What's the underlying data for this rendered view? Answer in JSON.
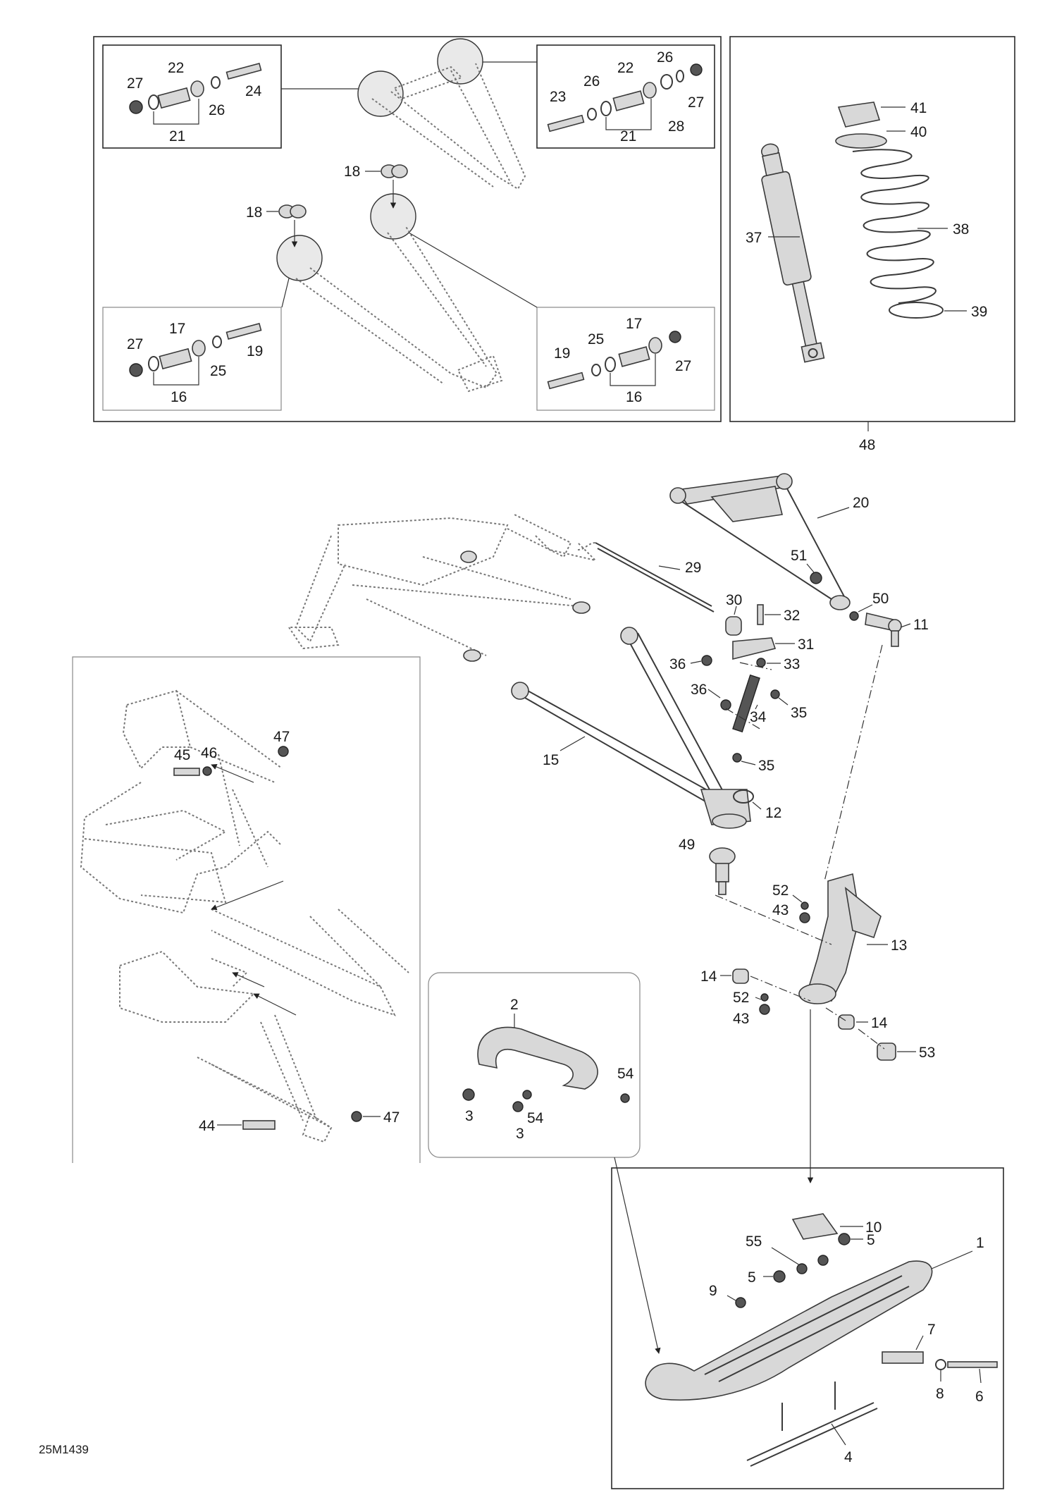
{
  "drawing_number": "25M1439",
  "callouts": {
    "c27a": "27",
    "c22a": "22",
    "c26a": "26",
    "c24": "24",
    "c21a": "21",
    "c26b": "26",
    "c22b": "22",
    "c26c": "26",
    "c23": "23",
    "c27b": "27",
    "c28": "28",
    "c21b": "21",
    "c18a": "18",
    "c18b": "18",
    "c27c": "27",
    "c17a": "17",
    "c25a": "25",
    "c19a": "19",
    "c16a": "16",
    "c17b": "17",
    "c19b": "19",
    "c25b": "25",
    "c27d": "27",
    "c16b": "16",
    "c41": "41",
    "c40": "40",
    "c37": "37",
    "c38": "38",
    "c39": "39",
    "c48": "48",
    "c20": "20",
    "c29": "29",
    "c51": "51",
    "c30": "30",
    "c32": "32",
    "c50": "50",
    "c11": "11",
    "c31": "31",
    "c36a": "36",
    "c33": "33",
    "c36b": "36",
    "c34": "34",
    "c35a": "35",
    "c15": "15",
    "c35b": "35",
    "c12": "12",
    "c49": "49",
    "c52a": "52",
    "c43a": "43",
    "c13": "13",
    "c14a": "14",
    "c52b": "52",
    "c43b": "43",
    "c14b": "14",
    "c53": "53",
    "c47a": "47",
    "c45": "45",
    "c46": "46",
    "c44": "44",
    "c47b": "47",
    "c2": "2",
    "c3a": "3",
    "c54a": "54",
    "c54b": "54",
    "c3b": "3",
    "c10": "10",
    "c1": "1",
    "c55": "55",
    "c5a": "5",
    "c5b": "5",
    "c9": "9",
    "c7": "7",
    "c8": "8",
    "c6": "6",
    "c4": "4"
  }
}
